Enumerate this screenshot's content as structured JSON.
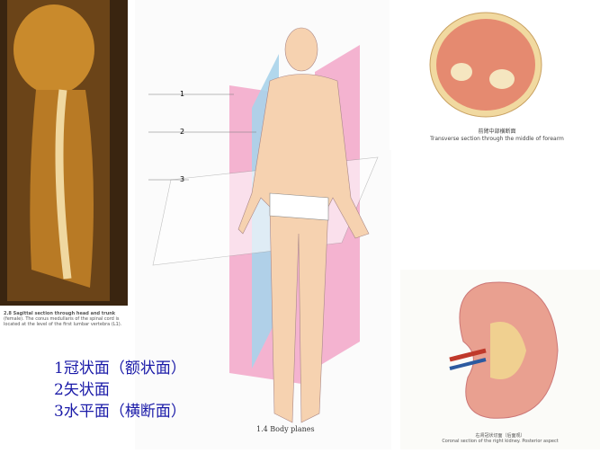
{
  "sagittal": {
    "caption_title": "2.8 Sagittal section through head and trunk",
    "caption_body": "(female). The conus medullaris of the spinal cord is located at the level of the first lumbar vertebra (L1)."
  },
  "body_planes": {
    "caption": "1.4  Body planes",
    "plane_numbers": [
      "1",
      "2",
      "3"
    ]
  },
  "forearm": {
    "caption_cn": "前臂中部横断面",
    "caption_en": "Transverse section through the middle of forearm"
  },
  "kidney": {
    "caption_cn": "右肾冠状切面（后面观）",
    "caption_en": "Coronal section of the right kidney. Posterior aspect"
  },
  "legend": {
    "lines": [
      "1冠状面（额状面）",
      "2矢状面",
      "3水平面（横断面）"
    ]
  },
  "colors": {
    "text_blue": "#1a1aa8",
    "coronal_plane": "#f2a6c8",
    "sagittal_plane": "#a9d3ea",
    "skin": "#f6d2b0"
  }
}
